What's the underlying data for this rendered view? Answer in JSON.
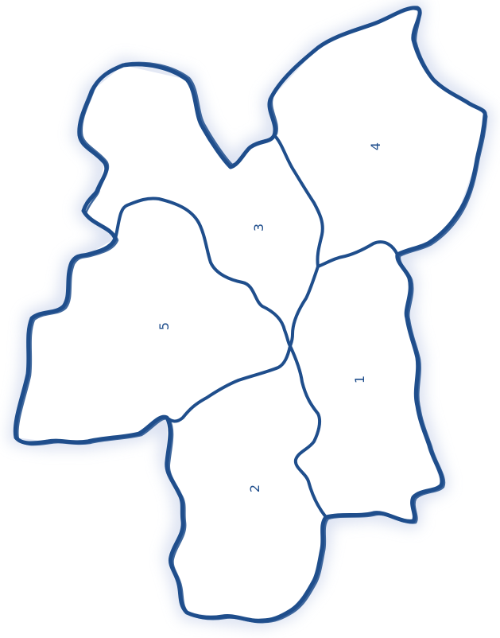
{
  "map": {
    "colors": {
      "border": "#1f4e8c",
      "glow": "#c9d3ea",
      "fill": "#ffffff"
    },
    "regions": [
      {
        "id": "1",
        "label": "1"
      },
      {
        "id": "2",
        "label": "2"
      },
      {
        "id": "3",
        "label": "3"
      },
      {
        "id": "4",
        "label": "4"
      },
      {
        "id": "5",
        "label": "5"
      }
    ]
  }
}
